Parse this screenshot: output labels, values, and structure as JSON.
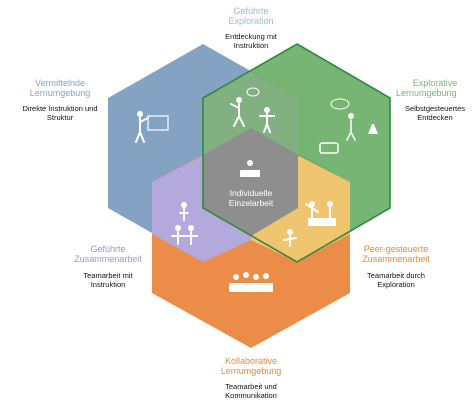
{
  "colors": {
    "blue": "#6e93b8",
    "green": "#5ea85b",
    "orange": "#e9833a",
    "purple": "#b4a9dc",
    "yellow": "#f0c56f",
    "gray": "#8e8e8e",
    "green_outline": "#2e8b3e"
  },
  "segments": {
    "guided_exploration": {
      "title_l1": "Geführte",
      "title_l2": "Exploration",
      "desc_l1": "Entdeckung mit",
      "desc_l2": "Instruktion"
    },
    "mediating": {
      "title_l1": "Vermittelnde",
      "title_l2": "Lernumgebung",
      "desc_l1": "Direkte Instruktion und",
      "desc_l2": "Struktur"
    },
    "explorative": {
      "title_l1": "Explorative",
      "title_l2": "Lernumgebung",
      "desc_l1": "Selbstgesteuertes",
      "desc_l2": "Entdecken"
    },
    "guided_collab": {
      "title_l1": "Geführte",
      "title_l2": "Zusammenarbeit",
      "desc_l1": "Teamarbeit mit",
      "desc_l2": "Instruktion"
    },
    "peer": {
      "title_l1": "Peer-gesteuerte",
      "title_l2": "Zusammenarbeit",
      "desc_l1": "Teamarbeit durch",
      "desc_l2": "Exploration"
    },
    "collaborative": {
      "title_l1": "Kollaborative",
      "title_l2": "Lernumgebung",
      "desc_l1": "Teamarbeit und",
      "desc_l2": "Kommunikation"
    },
    "individual": {
      "title_l1": "Individuelle",
      "title_l2": "Einzelarbeit"
    }
  }
}
